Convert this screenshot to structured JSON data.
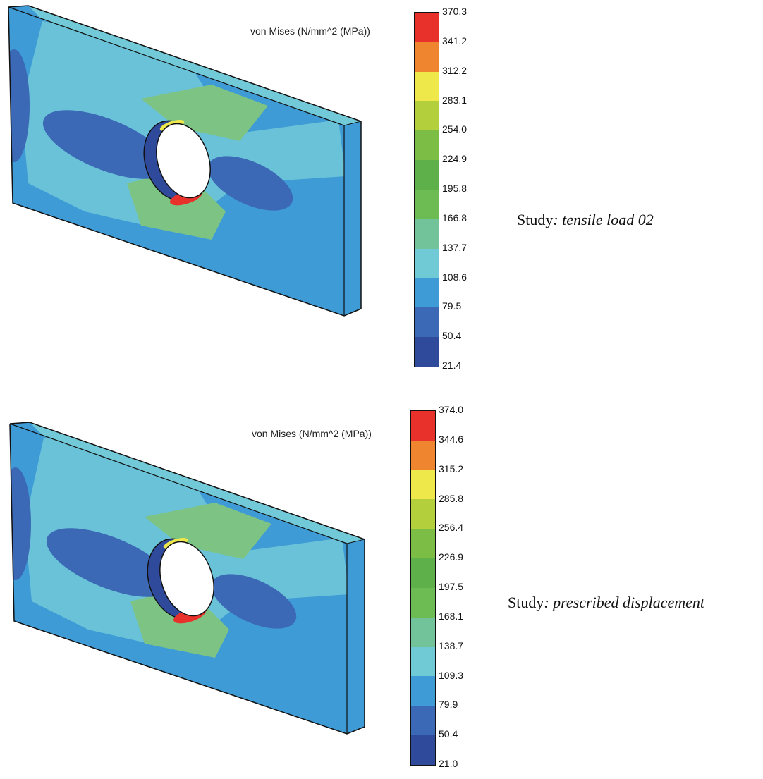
{
  "panels": [
    {
      "title": "von Mises (N/mm^2 (MPa))",
      "study_label": "Study",
      "study_name": ": tensile load 02",
      "ticks": [
        "370.3",
        "341.2",
        "312.2",
        "283.1",
        "254.0",
        "224.9",
        "195.8",
        "166.8",
        "137.7",
        "108.6",
        "79.5",
        "50.4",
        "21.4"
      ]
    },
    {
      "title": "von Mises (N/mm^2 (MPa))",
      "study_label": "Study",
      "study_name": ": prescribed displacement",
      "ticks": [
        "374.0",
        "344.6",
        "315.2",
        "285.8",
        "256.4",
        "226.9",
        "197.5",
        "168.1",
        "138.7",
        "109.3",
        "79.9",
        "50.4",
        "21.0"
      ]
    }
  ],
  "colors": {
    "bands": [
      "#e8312a",
      "#f08530",
      "#eee84a",
      "#b3cf3c",
      "#7bbd45",
      "#5eb04a",
      "#6cbc53",
      "#72c399",
      "#6fcad6",
      "#3e9bd6",
      "#3b69b6",
      "#2f4a9a"
    ],
    "plate_base": "#3e9bd6",
    "plate_dark": "#3b69b6",
    "plate_light": "#72c9d8",
    "plate_green": "#7dc384",
    "edge": "#111111"
  }
}
